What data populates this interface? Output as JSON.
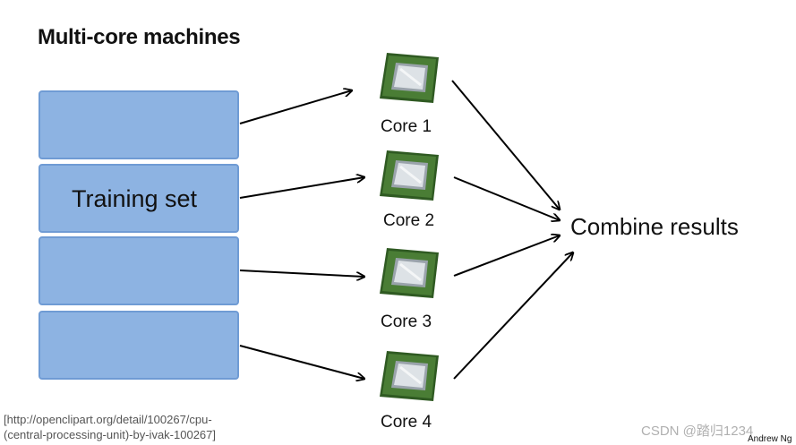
{
  "title": "Multi-core machines",
  "training_set_label": "Training set",
  "cores": [
    {
      "label": "Core 1"
    },
    {
      "label": "Core 2"
    },
    {
      "label": "Core 3"
    },
    {
      "label": "Core 4"
    }
  ],
  "combine_label": "Combine results",
  "citation": {
    "line1": "[http://openclipart.org/detail/100267/cpu-",
    "line2": "(central-processing-unit)-by-ivak-100267]"
  },
  "watermark": "CSDN @踏归1234",
  "author": "Andrew Ng",
  "colors": {
    "block_fill": "#8db3e2",
    "block_border": "#6f9bd4",
    "chip_green": "#3d6b2a",
    "chip_silver": "#c8cdd3"
  },
  "icons": [
    "cpu-chip-icon"
  ]
}
